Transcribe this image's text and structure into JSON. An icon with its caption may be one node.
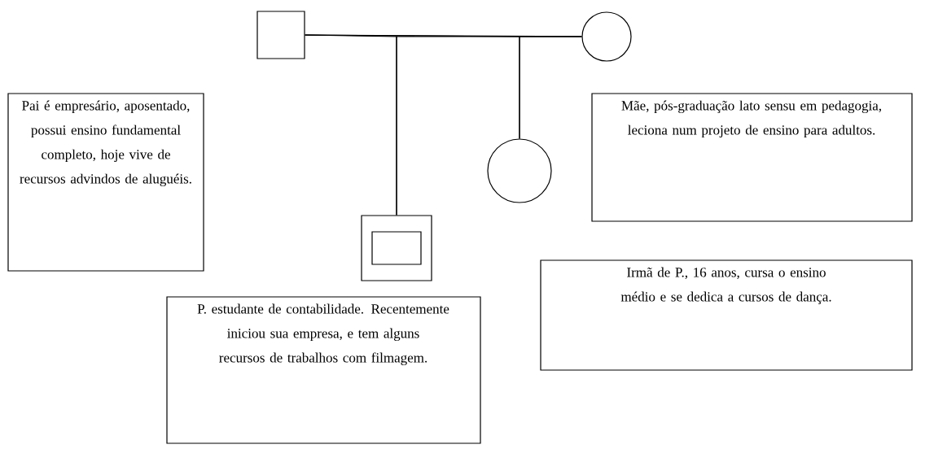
{
  "diagram": {
    "nodes": [
      {
        "text": [],
        "shape": "box"
      },
      {
        "text": [],
        "shape": "circle"
      },
      {
        "text": [],
        "shape": "box"
      },
      {
        "text": [],
        "shape": "circle"
      },
      {
        "text": [
          "Pai é empresário, aposentado, possui ensino fundamental completo, hoje vive de recursos advindos de aluguéis."
        ]
      },
      {
        "text": [
          "Mãe, pós-graduação lato sensu em pedagogia, leciona num projeto de ensino para adultos."
        ]
      },
      {
        "text": [
          "Irmã de P., 16 anos, cursa o ensino médio e se dedica a cursos de dança."
        ]
      },
      {
        "text": [
          "P. estudante de contabilidade. Recentemente iniciou sua empresa, e tem alguns recursos de trabalhos com filmagem."
        ]
      }
    ],
    "edges": [
      {
        "from": 0,
        "to": 1,
        "arrow": "none"
      },
      {
        "from": 0,
        "to": 2,
        "arrow": "none"
      },
      {
        "from": 1,
        "to": 2,
        "arrow": "none"
      },
      {
        "from": 0,
        "to": 3,
        "arrow": "none"
      },
      {
        "from": 1,
        "to": 3,
        "arrow": "none"
      }
    ]
  }
}
